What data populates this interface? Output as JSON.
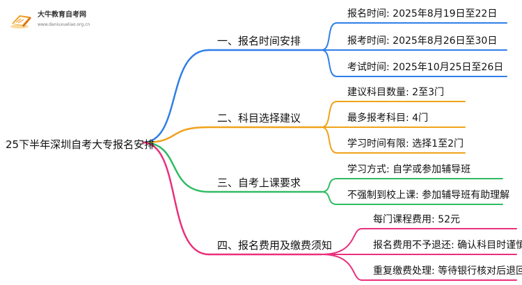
{
  "logo": {
    "name": "大牛教育自考网",
    "url": "www.daniuxueliao.org.cn"
  },
  "root": {
    "label": "25下半年深圳自考大专报名安排"
  },
  "branches": [
    {
      "label": "一、报名时间安排",
      "color": "#2f7ee8",
      "children": [
        "报名时间: 2025年8月19日至22日",
        "报考时间: 2025年8月26日至30日",
        "考试时间: 2025年10月25日至26日"
      ]
    },
    {
      "label": "二、科目选择建议",
      "color": "#f0a21a",
      "children": [
        "建议科目数量: 2至3门",
        "最多报考科目: 4门",
        "学习时间有限: 选择1至2门"
      ]
    },
    {
      "label": "三、自考上课要求",
      "color": "#2ebc62",
      "children": [
        "学习方式: 自学或参加辅导班",
        "不强制到校上课: 参加辅导班有助理解"
      ]
    },
    {
      "label": "四、报名费用及缴费须知",
      "color": "#ea2f7c",
      "children": [
        "每门课程费用: 52元",
        "报名费用不予退还: 确认科目时谨慎",
        "重复缴费处理: 等待银行核对后退回"
      ]
    }
  ]
}
